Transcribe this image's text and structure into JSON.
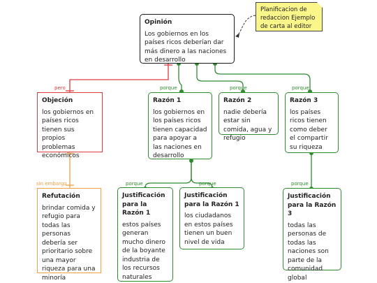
{
  "note": "Planificacion de redaccion Ejemplo de carta al editor",
  "opinion": {
    "title": "Opinión",
    "text": "Los gobiernos en los países ricos deberían dar más dinero a las naciones en desarrollo"
  },
  "objecion": {
    "title": "Objeción",
    "text": "los gobiernos en países ricos tienen sus propios problemas económicos"
  },
  "refutacion": {
    "title": "Refutación",
    "text": "brindar comida y refugio para todas las personas debería ser prioritario sobre una mayor riqueza para una minoría"
  },
  "razon1": {
    "title": "Razón 1",
    "text": "los gobiernos en los países ricos tienen capacidad para apoyar a las naciones en desarrollo"
  },
  "razon2": {
    "title": "Razón 2",
    "text": "nadie debería estar sin comida, agua y refugio"
  },
  "razon3": {
    "title": "Razón 3",
    "text": "los países ricos tienen como deber el compartir su riqueza"
  },
  "just1a": {
    "title": "Justificación para la Razón 1",
    "text": "estos países generan mucho dinero de la boyante industria de los recursos naturales"
  },
  "just1b": {
    "title": "Justificación para la Razón 1",
    "text": "los ciudadanos en estos países tienen un buen nivel de vida"
  },
  "just3": {
    "title": "Justificación para la Razón 3",
    "text": "todas las personas de todas las naciones son parte de la comunidad global"
  },
  "labels": {
    "pero": "pero",
    "porque": "porque",
    "sin_embargo": "sin embargo"
  },
  "colors": {
    "support": "#2e8b2e",
    "objection": "#e0393e",
    "rebuttal": "#f0a040",
    "note": "#fbf68a"
  }
}
